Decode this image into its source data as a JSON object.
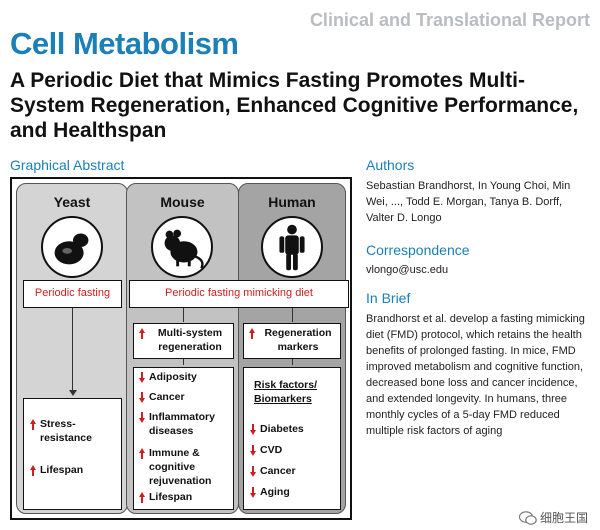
{
  "header": {
    "report_type": "Clinical and Translational Report",
    "journal": "Cell Metabolism",
    "title": "A Periodic Diet that Mimics Fasting Promotes Multi-System Regeneration, Enhanced Cognitive Performance, and Healthspan"
  },
  "graphical_abstract": {
    "label": "Graphical Abstract",
    "columns": {
      "yeast": "Yeast",
      "mouse": "Mouse",
      "human": "Human"
    },
    "periodic_fasting": "Periodic fasting",
    "pfmd": "Periodic fasting mimicking diet",
    "yeast_results": [
      "Stress-resistance",
      "Lifespan"
    ],
    "mouse_regen": "Multi-system regeneration",
    "mouse_results": [
      "Adiposity",
      "Cancer",
      "Inflammatory diseases",
      "Immune & cognitive rejuvenation",
      "Lifespan"
    ],
    "human_regen": "Regeneration markers",
    "risk_header": "Risk factors/ Biomarkers",
    "human_results": [
      "Diabetes",
      "CVD",
      "Cancer",
      "Aging"
    ]
  },
  "sidebar": {
    "authors_label": "Authors",
    "authors": "Sebastian Brandhorst, In Young Choi, Min Wei, ..., Todd E. Morgan, Tanya B. Dorff, Valter D. Longo",
    "correspondence_label": "Correspondence",
    "email": "vlongo@usc.edu",
    "inbrief_label": "In Brief",
    "inbrief": "Brandhorst et al. develop a fasting mimicking diet (FMD) protocol, which retains the health benefits of prolonged fasting. In mice, FMD improved metabolism and cognitive function, decreased bone loss and cancer incidence, and extended longevity. In humans, three monthly cycles of a 5-day FMD reduced multiple risk factors of aging"
  },
  "watermark": "细胞王国",
  "colors": {
    "accent": "#1b7fb8",
    "red": "#cc1f1f"
  },
  "icons": [
    "yeast-icon",
    "mouse-icon",
    "human-icon",
    "up-arrow-icon",
    "down-arrow-icon",
    "wechat-icon"
  ]
}
